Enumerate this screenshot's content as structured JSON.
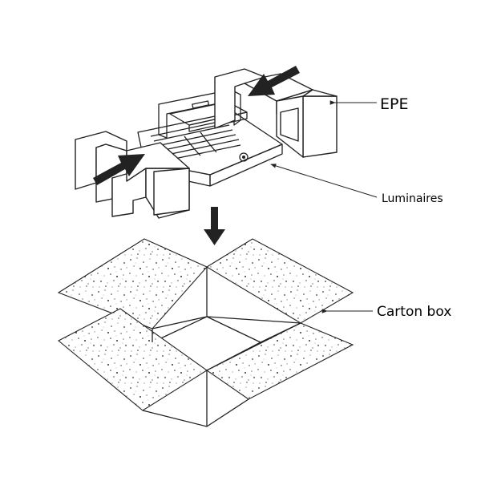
{
  "labels": {
    "epe": "EPE",
    "luminaires": "Luminaires",
    "carton_box": "Carton box"
  },
  "colors": {
    "line": "#222222",
    "arrow": "#222222",
    "background": "#ffffff",
    "speckle": "#333333"
  }
}
